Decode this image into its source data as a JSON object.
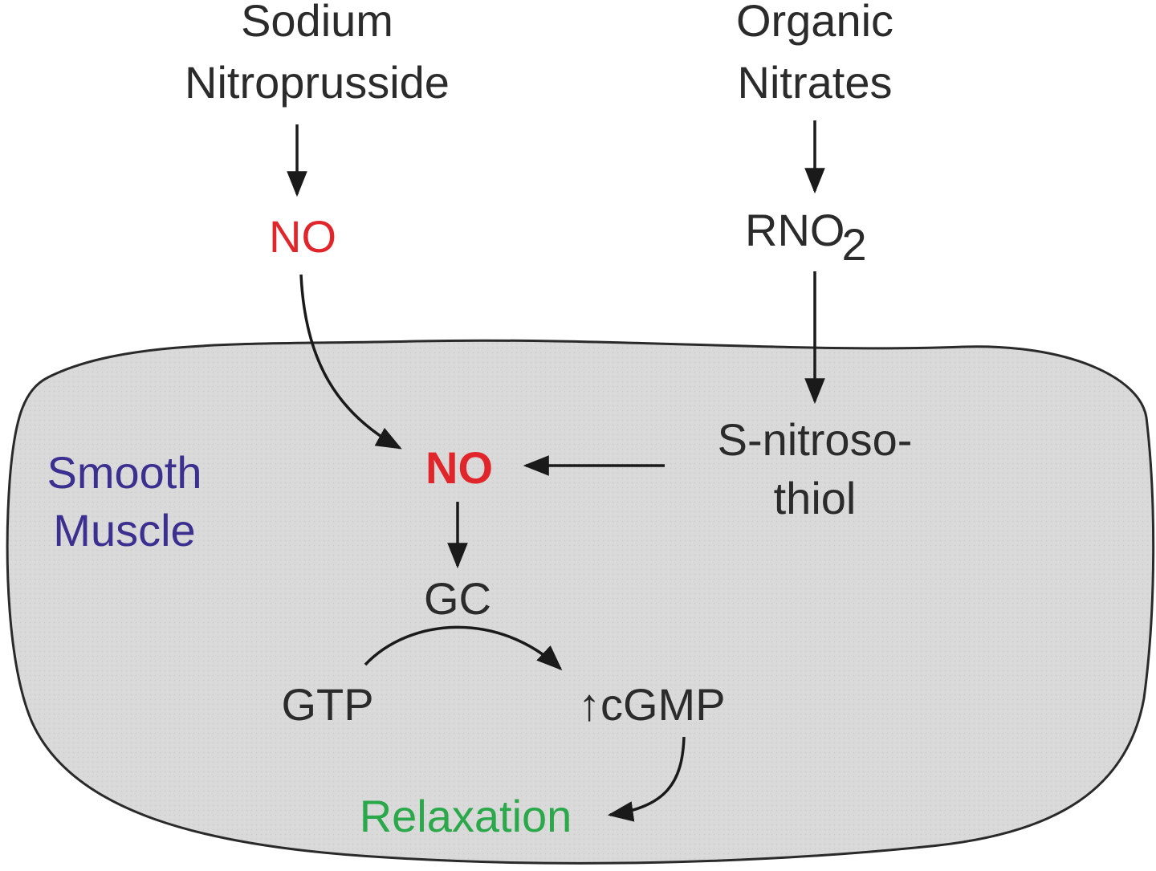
{
  "labels": {
    "sodium_line1": "Sodium",
    "sodium_line2": "Nitroprusside",
    "organic_line1": "Organic",
    "organic_line2": "Nitrates",
    "no_outside": "NO",
    "rno2_main": "RNO",
    "rno2_sub": "2",
    "snitroso_line1": "S-nitroso-",
    "snitroso_line2": "thiol",
    "no_inside": "NO",
    "gc": "GC",
    "gtp": "GTP",
    "up_arrow": "↑",
    "cgmp": "cGMP",
    "relaxation": "Relaxation",
    "smooth_line1": "Smooth",
    "smooth_line2": "Muscle"
  },
  "colors": {
    "no_red": "#e0262b",
    "smooth_muscle_blue": "#3b2f8f",
    "relaxation_green": "#2aa84a",
    "cell_fill": "#d9d9d9",
    "text": "#2b2b2b"
  }
}
